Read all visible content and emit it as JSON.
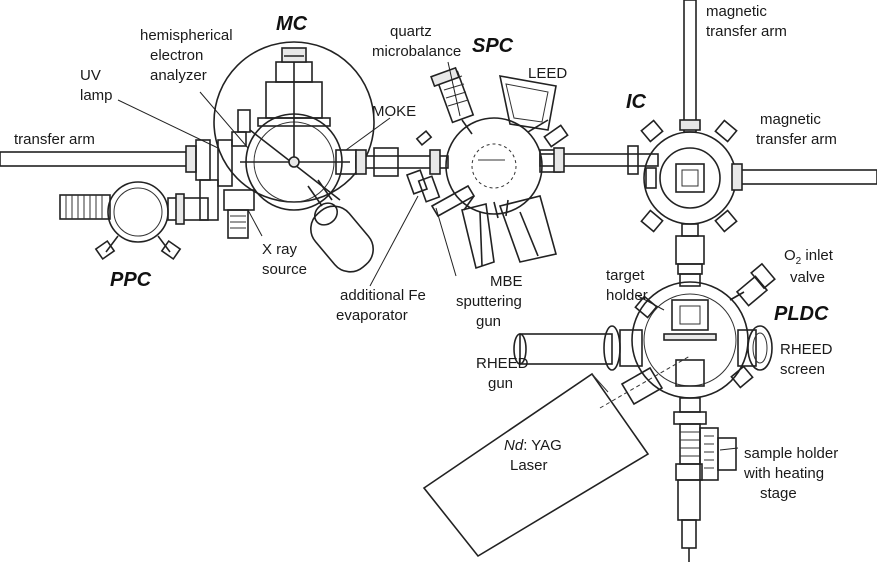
{
  "chambers": {
    "mc": "MC",
    "spc": "SPC",
    "ic": "IC",
    "ppc": "PPC",
    "pldc": "PLDC"
  },
  "labels": {
    "hemispherical_1": "hemispherical",
    "hemispherical_2": "electron",
    "hemispherical_3": "analyzer",
    "uv_1": "UV",
    "uv_2": "lamp",
    "transfer_arm": "transfer arm",
    "quartz_1": "quartz",
    "quartz_2": "microbalance",
    "leed": "LEED",
    "magnetic_top_1": "magnetic",
    "magnetic_top_2": "transfer arm",
    "magnetic_right_1": "magnetic",
    "magnetic_right_2": "transfer arm",
    "moke": "MOKE",
    "xray_1": "X ray",
    "xray_2": "source",
    "additional_fe_1": "additional Fe",
    "additional_fe_2": "evaporator",
    "mbe": "MBE",
    "sputtering_1": "sputtering",
    "sputtering_2": "gun",
    "target_1": "target",
    "target_2": "holder",
    "o2_inlet_o": "O",
    "o2_inlet_sub": "2",
    "o2_inlet_rest": " inlet",
    "valve": "valve",
    "rheed_gun_1": "RHEED",
    "rheed_gun_2": "gun",
    "rheed_screen_1": "RHEED",
    "rheed_screen_2": "screen",
    "laser_nd": "Nd",
    "laser_yag": ": YAG",
    "laser_2": "Laser",
    "sample_1": "sample holder",
    "sample_2": "with heating",
    "sample_3": "stage"
  }
}
